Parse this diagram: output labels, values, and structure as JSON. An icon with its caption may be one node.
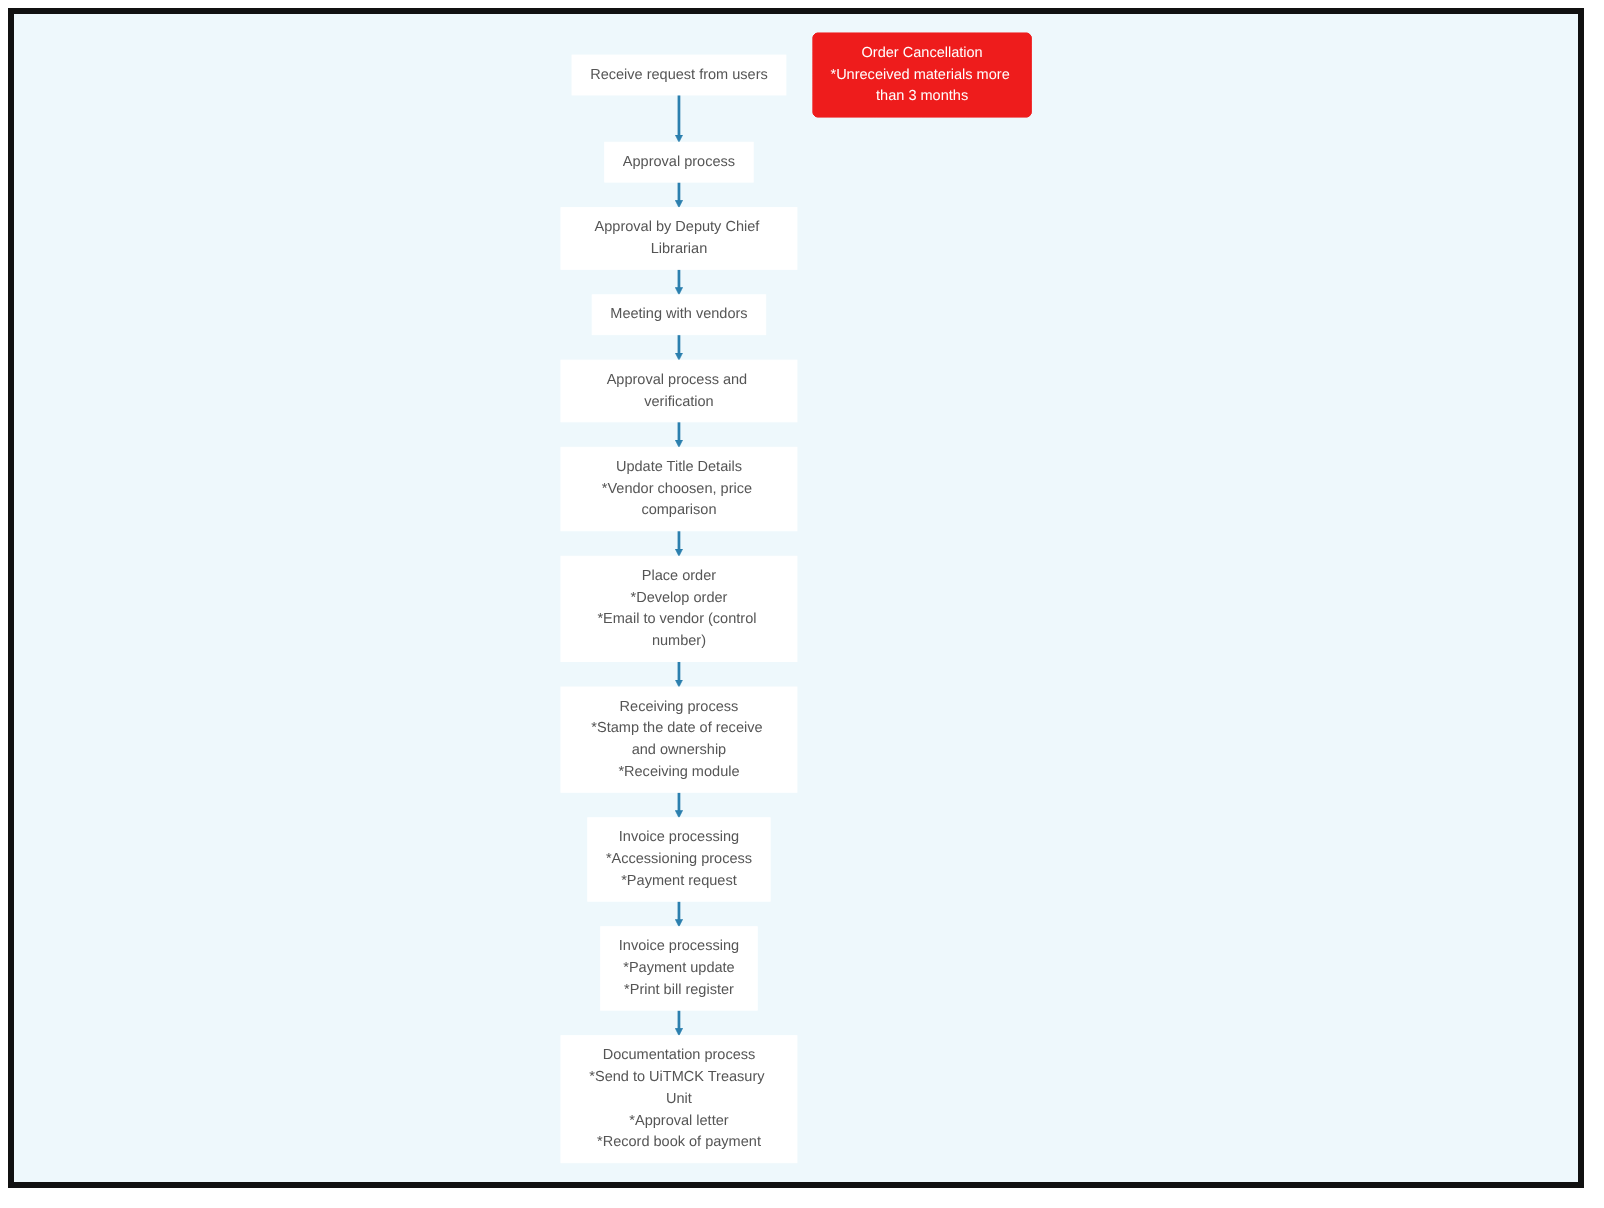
{
  "diagram": {
    "nodes": [
      {
        "text": [
          "Receive request from users"
        ]
      },
      {
        "text": [
          "Approval process"
        ]
      },
      {
        "text": [
          "Approval by Deputy Chief Librarian"
        ]
      },
      {
        "text": [
          "Update Title Details",
          "*Vendor choosen, price comparison"
        ]
      },
      {
        "text": [
          "Approval process and verification"
        ]
      },
      {
        "text": [
          "Meeting with vendors"
        ]
      },
      {
        "text": [
          "Place order",
          "*Develop order",
          "*Email to vendor (control number)"
        ]
      },
      {
        "text": [
          "Receiving process",
          "*Stamp the date of receive and ownership",
          "*Receiving module"
        ]
      },
      {
        "text": [
          "Invoice processing",
          "*Accessioning process",
          "*Payment request"
        ]
      },
      {
        "text": [
          "Order Cancellation",
          "*Unreceived materials more than 3 months"
        ]
      },
      {
        "text": [
          "Documentation process",
          "*Send to UiTMCK Treasury Unit",
          "*Approval letter",
          "*Record book of payment"
        ]
      },
      {
        "text": [
          "Invoice processing",
          "*Payment update",
          "*Print bill register"
        ]
      }
    ],
    "edges": [
      {
        "from": 0,
        "to": 1,
        "arrow": "to"
      },
      {
        "from": 1,
        "to": 2,
        "arrow": "to"
      },
      {
        "from": 2,
        "to": 5,
        "arrow": "to"
      },
      {
        "from": 5,
        "to": 4,
        "arrow": "to"
      },
      {
        "from": 4,
        "to": 3,
        "arrow": "to"
      },
      {
        "from": 3,
        "to": 6,
        "arrow": "to"
      },
      {
        "from": 6,
        "to": 7,
        "arrow": "to"
      },
      {
        "from": 7,
        "to": 8,
        "arrow": "to"
      },
      {
        "from": 8,
        "to": 11,
        "arrow": "to"
      },
      {
        "from": 11,
        "to": 10,
        "arrow": "to"
      }
    ]
  }
}
